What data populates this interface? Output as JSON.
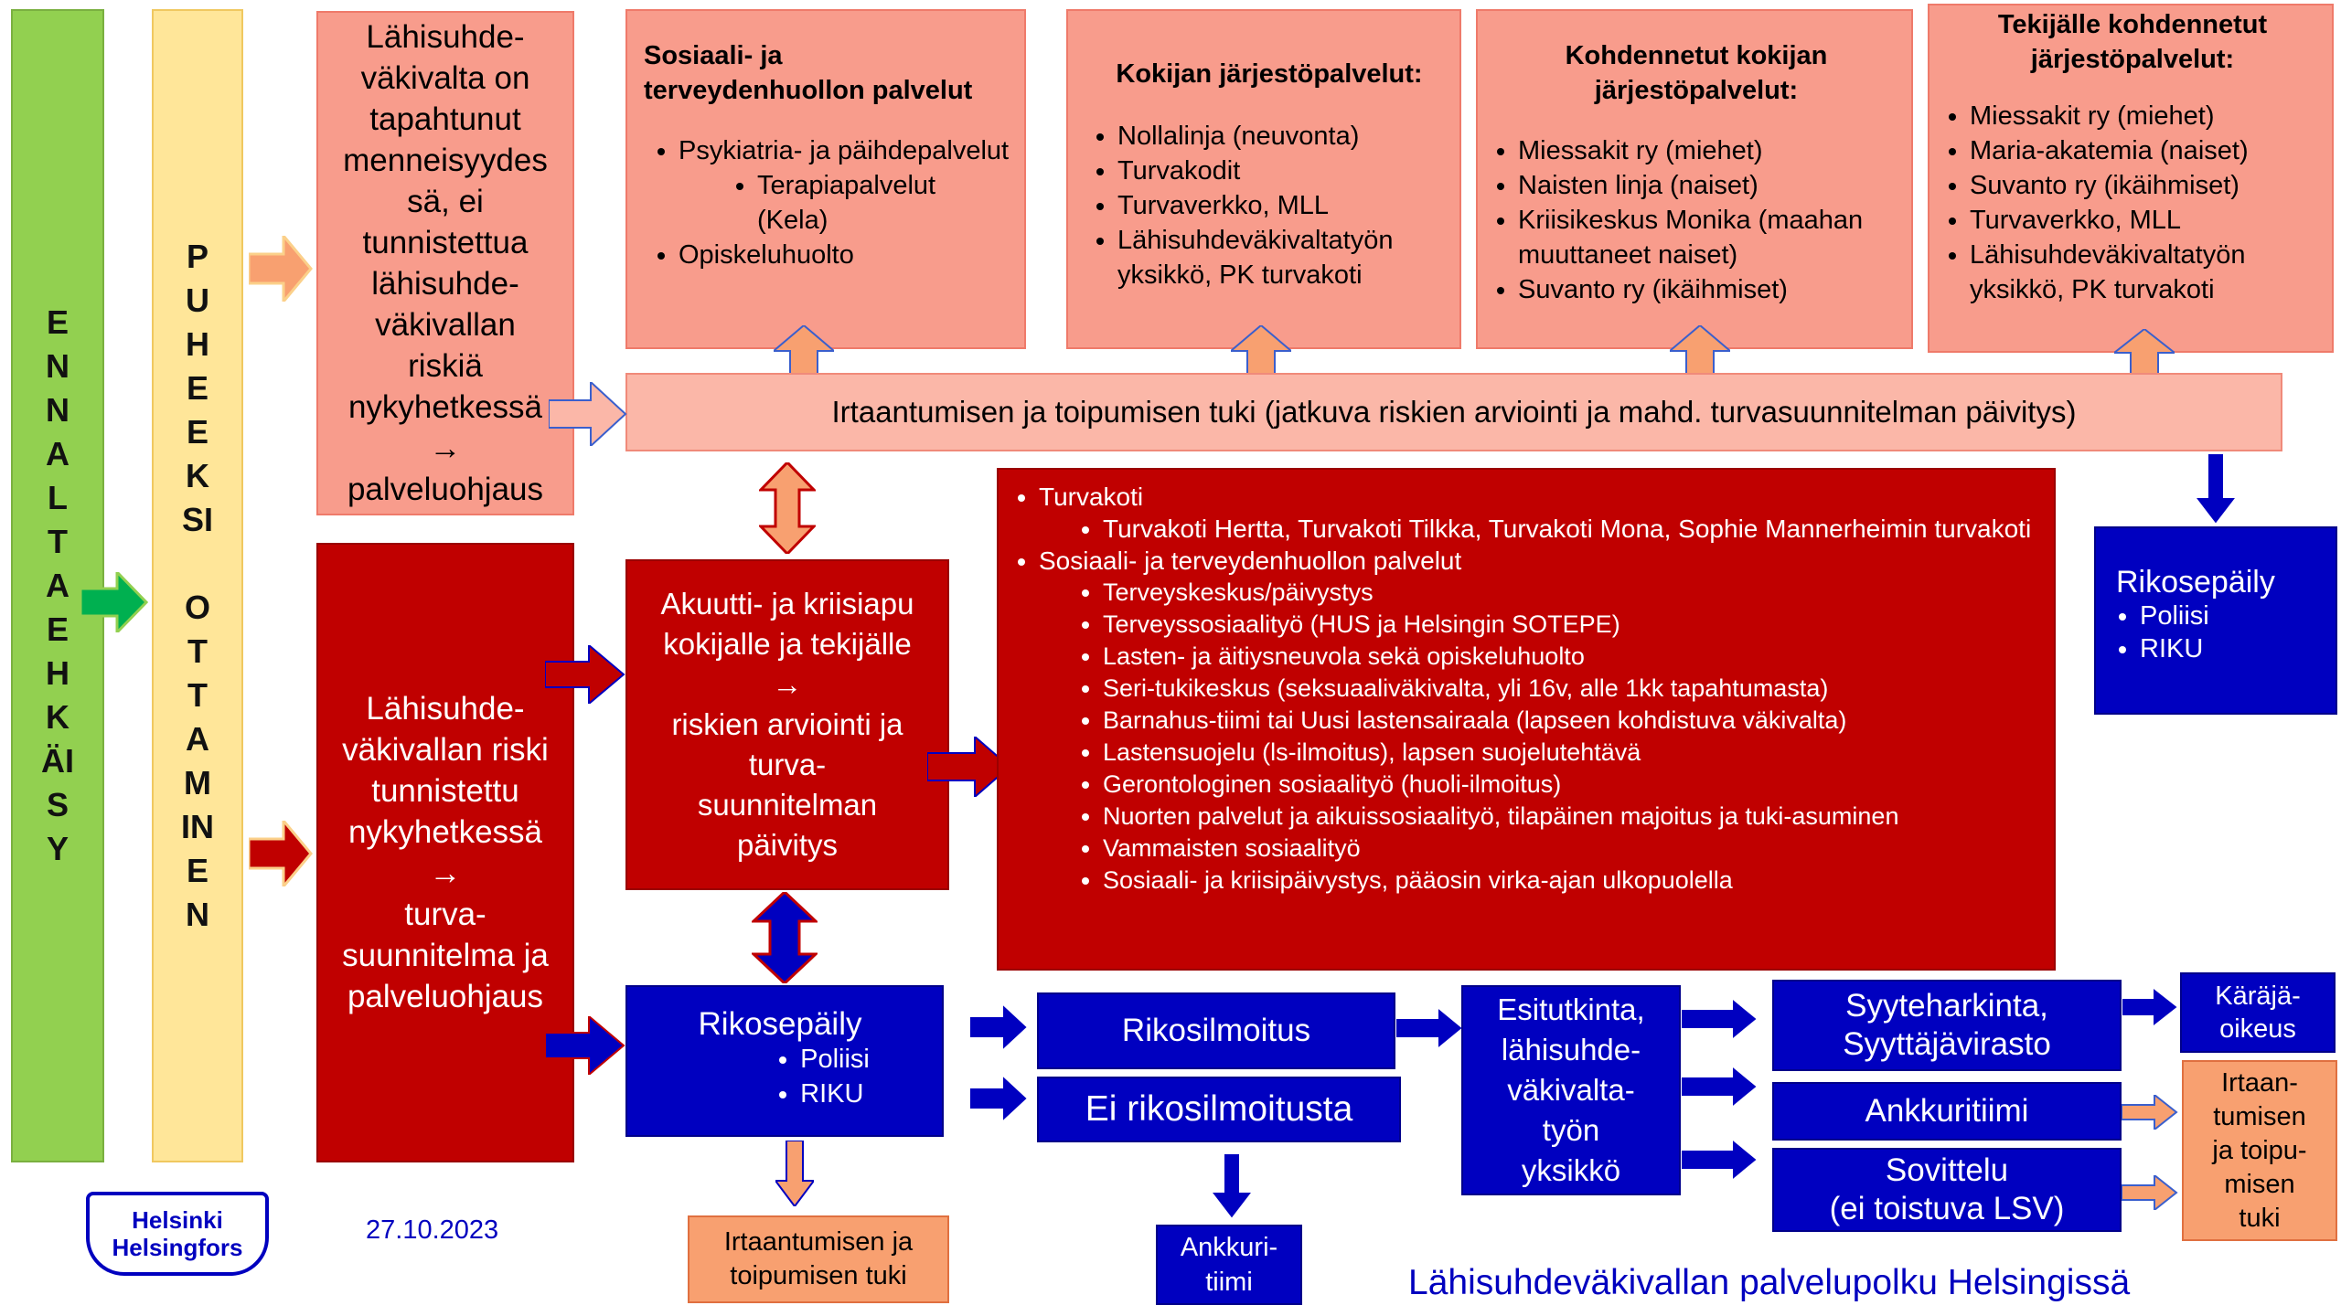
{
  "sidebar": {
    "prevention": "ENNALTAEHKÄISY",
    "raising": [
      "PUHEEKSI",
      "OTTAMINEN"
    ]
  },
  "past": {
    "lines": [
      "Lähisuhde-",
      "väkivalta on",
      "tapahtunut",
      "menneisyydes",
      "sä, ei",
      "tunnistettua",
      "lähisuhde-",
      "väkivallan",
      "riskiä",
      "nykyhetkessä",
      "→",
      "palveluohjaus"
    ]
  },
  "current": {
    "lines": [
      "Lähisuhde-",
      "väkivallan riski",
      "tunnistettu",
      "nykyhetkessä",
      "→",
      "turva-",
      "suunnitelma ja",
      "palveluohjaus"
    ]
  },
  "top_boxes": [
    {
      "title": "Sosiaali- ja terveydenhuollon palvelut",
      "items": [
        "Psykiatria- ja päihdepalvelut"
      ],
      "sub_items": [
        "Terapiapalvelut (Kela)"
      ],
      "items2": [
        "Opiskeluhuolto"
      ]
    },
    {
      "title": "Kokijan järjestöpalvelut:",
      "items": [
        "Nollalinja (neuvonta)",
        "Turvakodit",
        "Turvaverkko, MLL",
        "Lähisuhdeväkivaltatyön yksikkö, PK turvakoti"
      ]
    },
    {
      "title": "Kohdennetut kokijan järjestöpalvelut:",
      "items": [
        "Miessakit ry (miehet)",
        "Naisten linja (naiset)",
        "Kriisikeskus Monika (maahan muuttaneet naiset)",
        "Suvanto ry (ikäihmiset)"
      ]
    },
    {
      "title": "Tekijälle kohdennetut järjestöpalvelut:",
      "items": [
        "Miessakit ry (miehet)",
        "Maria-akatemia (naiset)",
        "Suvanto ry (ikäihmiset)",
        "Turvaverkko, MLL",
        "Lähisuhdeväkivaltatyön yksikkö, PK turvakoti"
      ]
    }
  ],
  "recovery_bar": "Irtaantumisen ja toipumisen tuki (jatkuva riskien arviointi ja mahd. turvasuunnitelman päivitys)",
  "acute": {
    "lines": [
      "Akuutti- ja kriisiapu",
      "kokijalle ja tekijälle",
      "→",
      "riskien arviointi ja",
      "turva-",
      "suunnitelman",
      "päivitys"
    ]
  },
  "services": {
    "shelter": "Turvakoti",
    "shelter_sub": [
      "Turvakoti Hertta, Turvakoti Tilkka, Turvakoti Mona, Sophie Mannerheimin turvakoti"
    ],
    "social": "Sosiaali- ja terveydenhuollon palvelut",
    "social_sub": [
      "Terveyskeskus/päivystys",
      "Terveyssosiaalityö (HUS ja Helsingin SOTEPE)",
      "Lasten- ja äitiysneuvola sekä opiskeluhuolto",
      "Seri-tukikeskus (seksuaaliväkivalta, yli 16v, alle 1kk tapahtumasta)",
      "Barnahus-tiimi tai Uusi lastensairaala (lapseen kohdistuva väkivalta)",
      "Lastensuojelu (ls-ilmoitus), lapsen suojelutehtävä",
      "Gerontologinen sosiaalityö (huoli-ilmoitus)",
      "Nuorten palvelut ja aikuissosiaalityö, tilapäinen majoitus ja tuki-asuminen",
      "Vammaisten sosiaalityö",
      "Sosiaali- ja kriisipäivystys, pääosin virka-ajan ulkopuolella"
    ]
  },
  "crime_top": {
    "title": "Rikosepäily",
    "items": [
      "Poliisi",
      "RIKU"
    ]
  },
  "crime_mid": {
    "title": "Rikosepäily",
    "items": [
      "Poliisi",
      "RIKU"
    ]
  },
  "recovery_small": [
    "Irtaantumisen ja",
    "toipumisen tuki"
  ],
  "report": "Rikosilmoitus",
  "no_report": "Ei rikosilmoitusta",
  "anchor_small": [
    "Ankkuri-",
    "tiimi"
  ],
  "investigation": [
    "Esitutkinta,",
    "lähisuhde-",
    "väkivalta-",
    "työn",
    "yksikkö"
  ],
  "prosecution": [
    "Syyteharkinta,",
    "Syyttäjävirasto"
  ],
  "anchor_team": "Ankkuritiimi",
  "mediation": [
    "Sovittelu",
    "(ei toistuva LSV)"
  ],
  "court": [
    "Käräjä-",
    "oikeus"
  ],
  "recovery_right": [
    "Irtaan-",
    "tumisen",
    "ja toipu-",
    "misen",
    "tuki"
  ],
  "logo": [
    "Helsinki",
    "Helsingfors"
  ],
  "date": "27.10.2023",
  "footer_title": "Lähisuhdeväkivallan palvelupolku Helsingissä",
  "colors": {
    "red": "#c00000",
    "blue": "#0000c0",
    "salmon": "#f89c8c",
    "green": "#92d050",
    "yellow": "#ffe699"
  }
}
